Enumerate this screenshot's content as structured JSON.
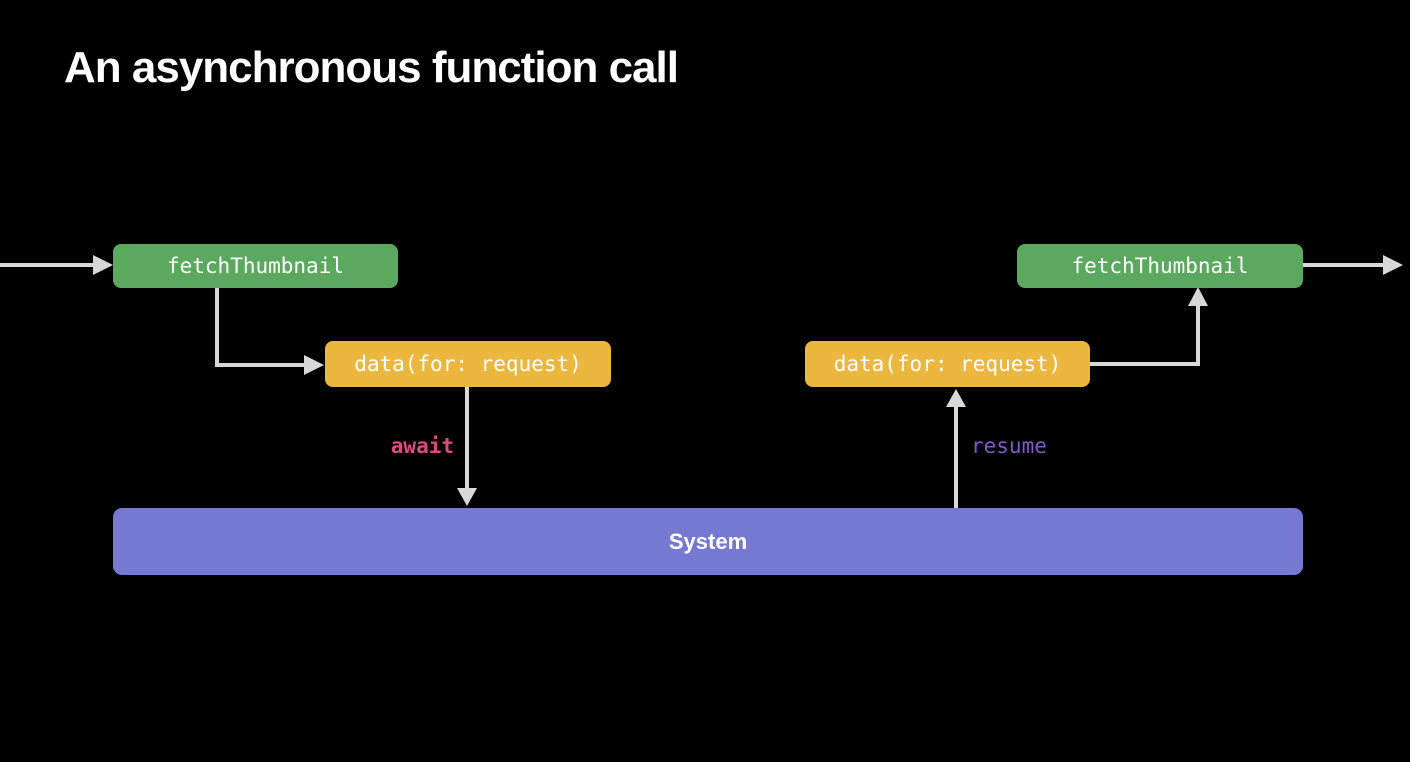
{
  "slide": {
    "title": "An asynchronous function call"
  },
  "diagram": {
    "left": {
      "function_box": "fetchThumbnail",
      "call_box": "data(for: request)",
      "suspend_label": "await"
    },
    "right": {
      "call_box": "data(for: request)",
      "function_box": "fetchThumbnail",
      "resume_label": "resume"
    },
    "system_bar": "System",
    "arrows": [
      "incoming-call-arrow",
      "fetchthumbnail-to-data-elbow-arrow",
      "await-suspend-arrow-to-system",
      "resume-arrow-from-system",
      "data-to-fetchthumbnail-elbow-arrow",
      "outgoing-return-arrow"
    ]
  },
  "colors": {
    "background": "#000000",
    "title_text": "#ffffff",
    "box_text": "#ffffff",
    "function_box": "#5ba95f",
    "call_box": "#ebb73f",
    "system_bar": "#7579d2",
    "arrow": "#d8d8d8",
    "await_label": "#e04980",
    "resume_label": "#8157c9"
  }
}
